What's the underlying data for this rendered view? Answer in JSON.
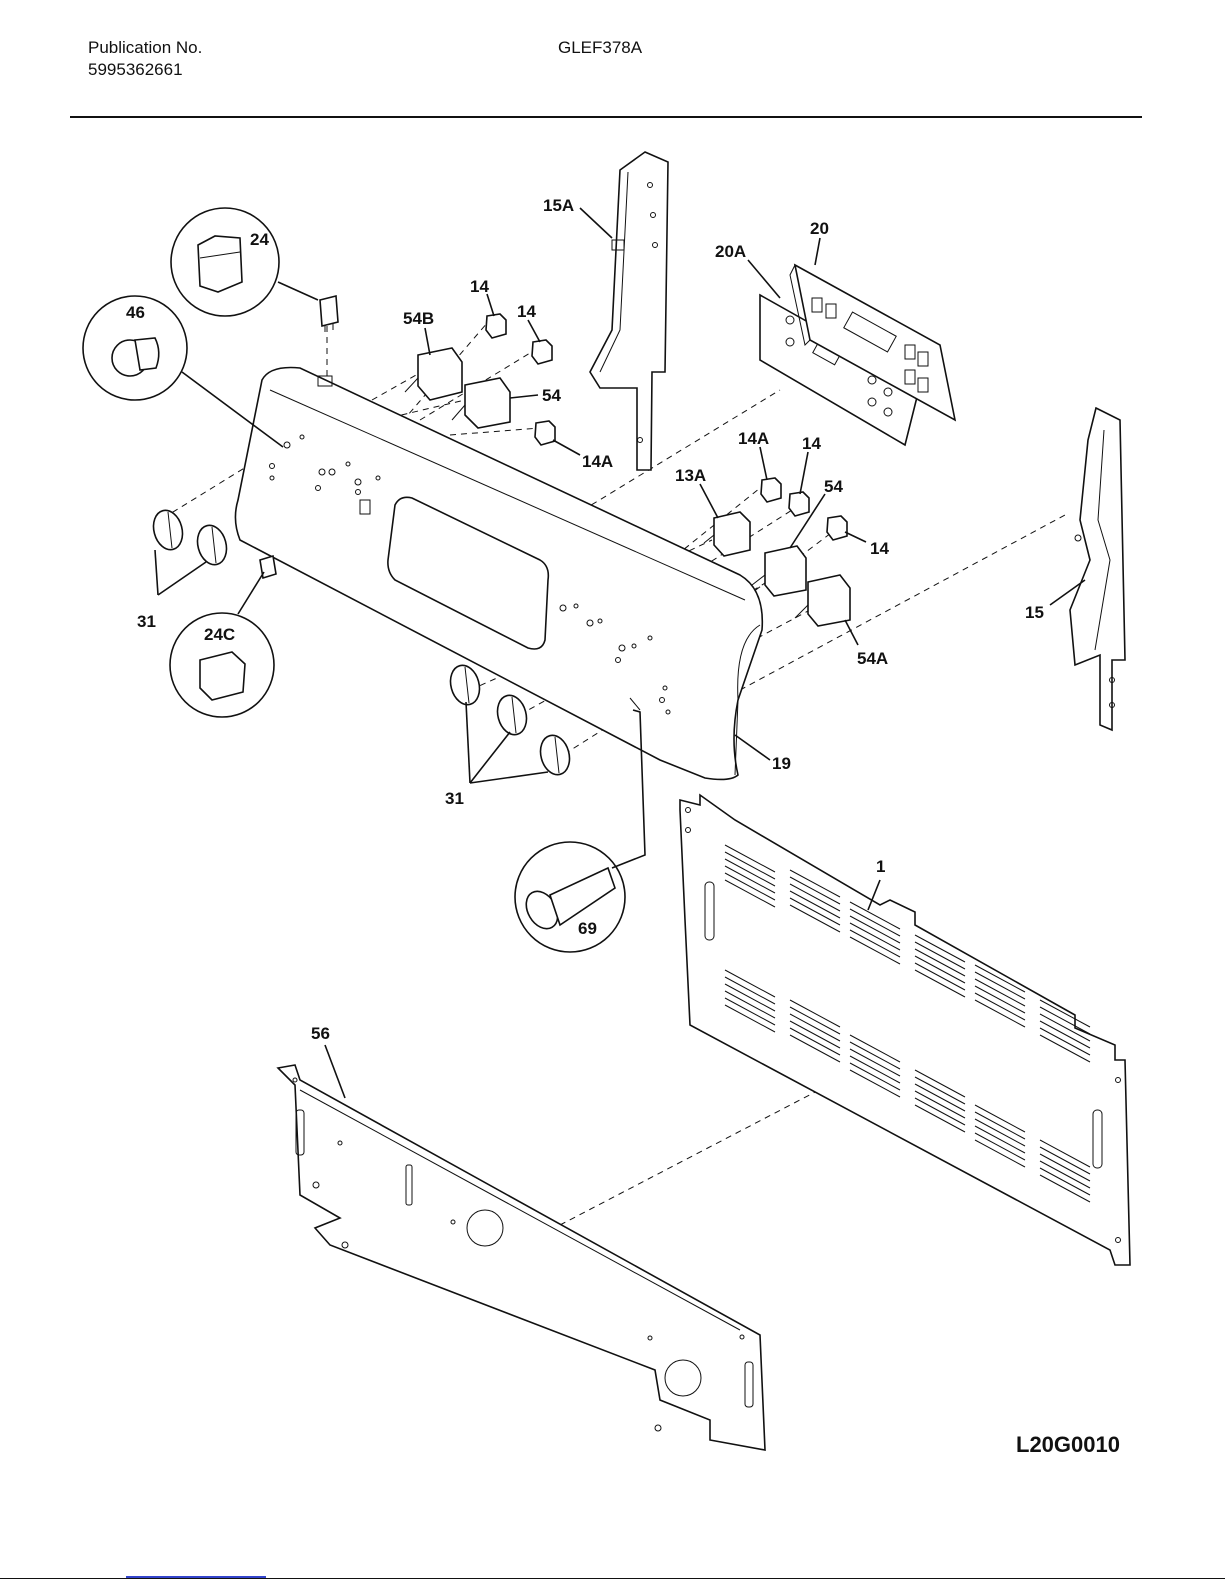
{
  "header": {
    "publication_label": "Publication No.",
    "publication_number": "5995362661",
    "model": "GLEF378A"
  },
  "figure_code": "L20G0010",
  "callouts": {
    "c15A": "15A",
    "c20": "20",
    "c20A": "20A",
    "c24": "24",
    "c46": "46",
    "c14_a": "14",
    "c14_b": "14",
    "c54B": "54B",
    "c54_a": "54",
    "c14A_a": "14A",
    "c14A_b": "14A",
    "c14_c": "14",
    "c13A": "13A",
    "c54_b": "54",
    "c14_d": "14",
    "c15": "15",
    "c31_a": "31",
    "c24C": "24C",
    "c54A": "54A",
    "c19": "19",
    "c31_b": "31",
    "c1": "1",
    "c69": "69",
    "c56": "56"
  }
}
